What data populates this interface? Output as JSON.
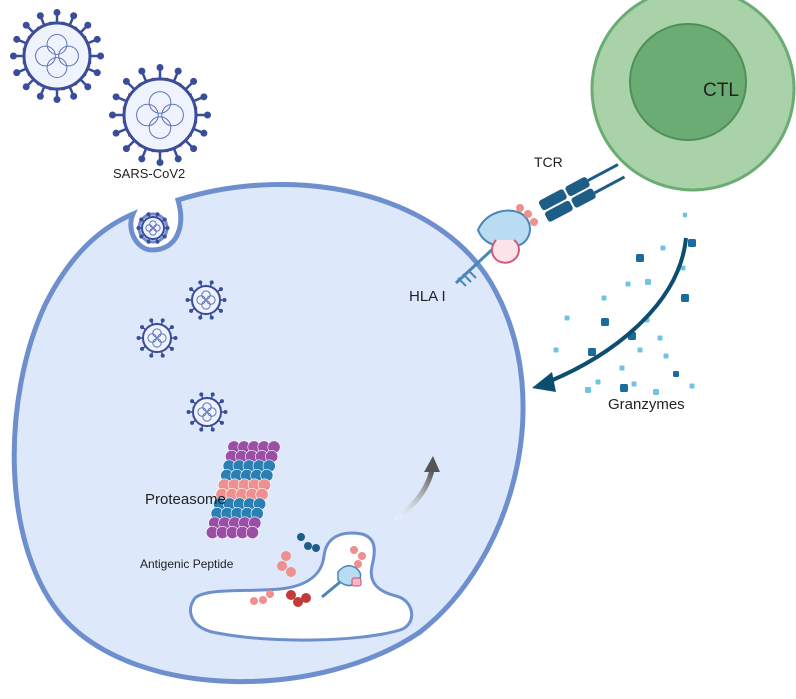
{
  "labels": {
    "virus": "SARS-CoV2",
    "ctl": "CTL",
    "tcr": "TCR",
    "hla": "HLA I",
    "granzymes": "Granzymes",
    "proteasome": "Proteasome",
    "peptide": "Antigenic Peptide"
  },
  "colors": {
    "cell_fill": "#dde9fa",
    "cell_outline": "#6e8fcd",
    "ctl_outer": "#a9d2a9",
    "ctl_inner": "#6aac74",
    "virus_spike": "#3a4d9a",
    "virus_knob": "#b4245a",
    "tcr": "#1e5e86",
    "granzyme_dark": "#1b6c9e",
    "granzyme_light": "#6fc4e2",
    "arrow_dark": "#0d4e6e",
    "proteasome_purple": "#9a4ea6",
    "proteasome_blue": "#2c7fb3",
    "proteasome_salmon": "#ef8f8f",
    "peptide_red": "#c43b3b"
  },
  "icons": [
    "virus-icon",
    "proteasome-icon",
    "tcr-icon",
    "hla-icon",
    "granzyme-icon",
    "export-arrow-icon"
  ]
}
